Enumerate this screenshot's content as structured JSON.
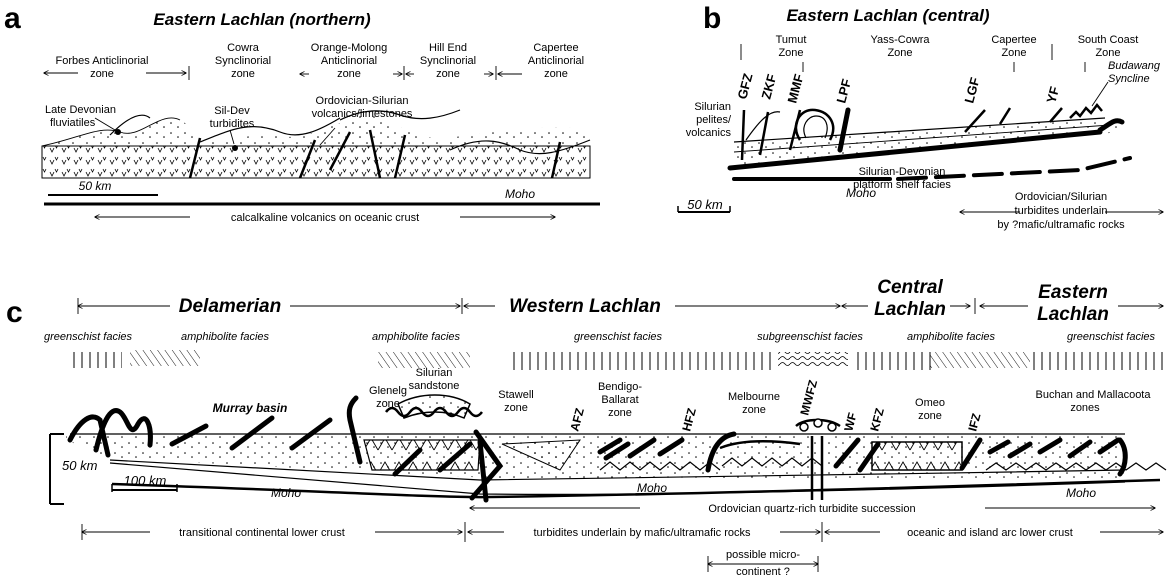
{
  "panel_a": {
    "letter": "a",
    "title": "Eastern Lachlan (northern)",
    "zones": [
      "Forbes Anticlinorial",
      "zone",
      "Cowra",
      "Synclinorial",
      "zone",
      "Orange-Molong",
      "Anticlinorial",
      "zone",
      "Hill End",
      "Synclinorial",
      "zone",
      "Capertee",
      "Anticlinorial",
      "zone"
    ],
    "labels": {
      "late_devonian_1": "Late Devonian",
      "late_devonian_2": "fluviatiles",
      "sildev_1": "Sil-Dev",
      "sildev_2": "turbidites",
      "ordsil_1": "Ordovician-Silurian",
      "ordsil_2": "volcanics/limestones",
      "scale": "50 km",
      "moho": "Moho",
      "crust": "calcalkaline volcanics on oceanic crust"
    }
  },
  "panel_b": {
    "letter": "b",
    "title": "Eastern Lachlan (central)",
    "zones": {
      "tumut_1": "Tumut",
      "tumut_2": "Zone",
      "yass_1": "Yass-Cowra",
      "yass_2": "Zone",
      "capertee_1": "Capertee",
      "capertee_2": "Zone",
      "south_1": "South Coast",
      "south_2": "Zone",
      "budawang_1": "Budawang",
      "budawang_2": "Syncline"
    },
    "faults": [
      "GFZ",
      "ZKF",
      "MMF",
      "LPF",
      "LGF",
      "YF"
    ],
    "labels": {
      "silurian_1": "Silurian",
      "silurian_2": "pelites/",
      "silurian_3": "volcanics",
      "platform_1": "Silurian-Devonian",
      "platform_2": "platform shelf facies",
      "moho": "Moho",
      "scale": "50 km",
      "turb_1": "Ordovician/Silurian",
      "turb_2": "turbidites underlain",
      "turb_3": "by ?mafic/ultramafic rocks"
    }
  },
  "panel_c": {
    "letter": "c",
    "regions": {
      "delamerian": "Delamerian",
      "western": "Western Lachlan",
      "central_1": "Central",
      "central_2": "Lachlan",
      "eastern_1": "Eastern",
      "eastern_2": "Lachlan"
    },
    "facies": {
      "f1": "greenschist facies",
      "f2": "amphibolite facies",
      "f3": "amphibolite facies",
      "f4": "greenschist facies",
      "f5": "subgreenschist facies",
      "f6": "amphibolite facies",
      "f7": "greenschist facies"
    },
    "labels": {
      "murray": "Murray basin",
      "glenelg_1": "Glenelg",
      "glenelg_2": "zone",
      "silsand_1": "Silurian",
      "silsand_2": "sandstone",
      "stawell_1": "Stawell",
      "stawell_2": "zone",
      "bendigo_1": "Bendigo-",
      "bendigo_2": "Ballarat",
      "bendigo_3": "zone",
      "melbourne_1": "Melbourne",
      "melbourne_2": "zone",
      "omeo_1": "Omeo",
      "omeo_2": "zone",
      "buchan_1": "Buchan and Mallacoota",
      "buchan_2": "zones",
      "depth": "50 km",
      "scale": "100 km",
      "moho_1": "Moho",
      "moho_2": "Moho",
      "moho_3": "Moho",
      "ord_turb": "Ordovician quartz-rich turbidite succession",
      "trans": "transitional continental lower crust",
      "turb_mafic": "turbidites underlain by mafic/ultramafic rocks",
      "oceanic": "oceanic and island arc lower crust",
      "micro_1": "possible micro-",
      "micro_2": "continent ?"
    },
    "faults": [
      "AFZ",
      "HFZ",
      "MWFZ",
      "WF",
      "KFZ",
      "IFZ"
    ]
  }
}
